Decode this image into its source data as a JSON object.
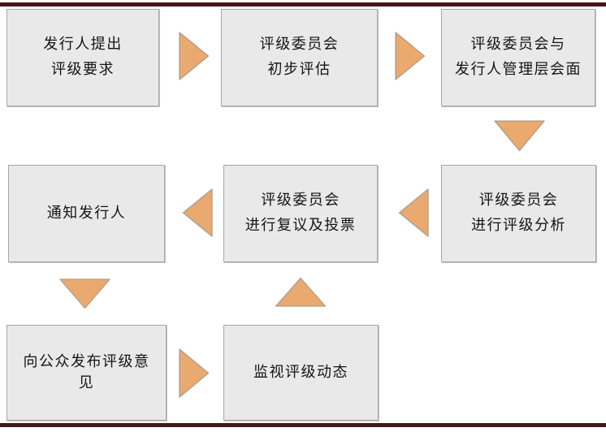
{
  "colors": {
    "arrow_fill": "#E9A96F",
    "arrow_border": "#AB9E8C",
    "rule_line": "#47151A",
    "box_fill": "#E9E9E9",
    "box_border": "#A6A6A6",
    "text": "#141414"
  },
  "flow": {
    "boxes": [
      {
        "id": "issuer-request",
        "lines": [
          "发行人提出",
          "评级要求"
        ]
      },
      {
        "id": "committee-preliminary",
        "lines": [
          "评级委员会",
          "初步评估"
        ]
      },
      {
        "id": "committee-meet-management",
        "lines": [
          "评级委员会与",
          "发行人管理层会面"
        ]
      },
      {
        "id": "notify-issuer",
        "lines": [
          "通知发行人"
        ]
      },
      {
        "id": "committee-review-vote",
        "lines": [
          "评级委员会",
          "进行复议及投票"
        ]
      },
      {
        "id": "committee-rating-analysis",
        "lines": [
          "评级委员会",
          "进行评级分析"
        ]
      },
      {
        "id": "publish-rating-opinion",
        "lines": [
          "向公众发布评级意",
          "见"
        ]
      },
      {
        "id": "monitor-rating",
        "lines": [
          "监视评级动态"
        ]
      }
    ],
    "arrows": [
      {
        "direction": "right",
        "from": "issuer-request",
        "to": "committee-preliminary"
      },
      {
        "direction": "right",
        "from": "committee-preliminary",
        "to": "committee-meet-management"
      },
      {
        "direction": "down",
        "from": "committee-meet-management",
        "to": "committee-rating-analysis"
      },
      {
        "direction": "left",
        "from": "committee-rating-analysis",
        "to": "committee-review-vote"
      },
      {
        "direction": "left",
        "from": "committee-review-vote",
        "to": "notify-issuer"
      },
      {
        "direction": "down",
        "from": "notify-issuer",
        "to": "publish-rating-opinion"
      },
      {
        "direction": "up",
        "from": "monitor-rating",
        "to": "committee-review-vote"
      },
      {
        "direction": "right",
        "from": "publish-rating-opinion",
        "to": "monitor-rating"
      }
    ]
  }
}
